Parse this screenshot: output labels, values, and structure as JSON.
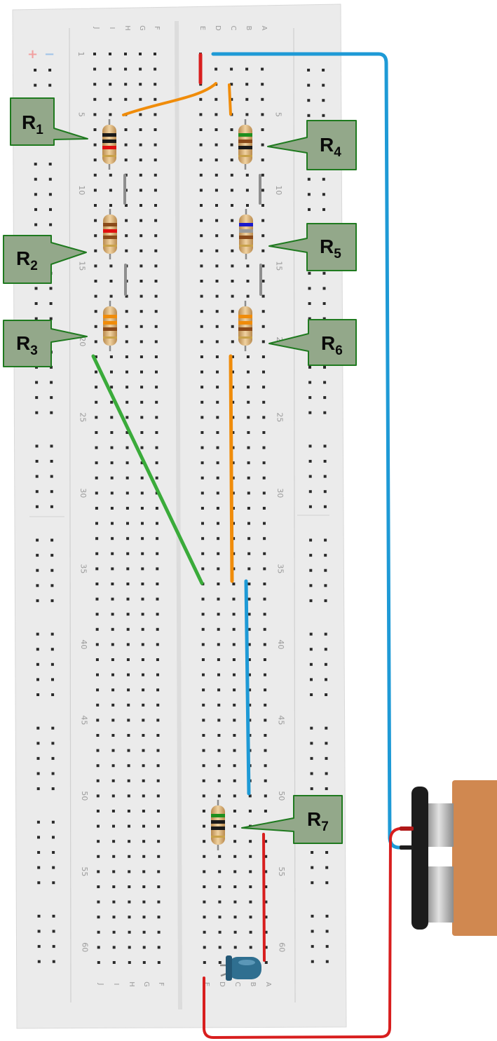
{
  "breadboard": {
    "columns_left_group": [
      "J",
      "I",
      "H",
      "G",
      "F"
    ],
    "columns_right_group": [
      "E",
      "D",
      "C",
      "B",
      "A"
    ],
    "row_number_labels": [
      "1",
      "5",
      "10",
      "15",
      "20",
      "25",
      "30",
      "35",
      "40",
      "45",
      "50",
      "55",
      "60"
    ],
    "rail_plus": "+",
    "rail_minus": "−",
    "rows": 61
  },
  "labels": [
    {
      "name": "R",
      "sub": "1"
    },
    {
      "name": "R",
      "sub": "2"
    },
    {
      "name": "R",
      "sub": "3"
    },
    {
      "name": "R",
      "sub": "4"
    },
    {
      "name": "R",
      "sub": "5"
    },
    {
      "name": "R",
      "sub": "6"
    },
    {
      "name": "R",
      "sub": "7"
    }
  ],
  "colors": {
    "board": "#ebebeb",
    "hole": "#2a2a2a",
    "label_fill": "#93a88a",
    "label_border": "#1f7a1f",
    "wire_orange": "#f08c0a",
    "wire_blue": "#1e9ad6",
    "wire_red": "#d81e1e",
    "wire_green": "#3aab3a",
    "wire_gray": "#8e8e8e",
    "led": "#2f6f90",
    "battery": "#d08850"
  },
  "resistors": [
    {
      "id": "R1",
      "bands": [
        "#1a1a1a",
        "#1a1a1a",
        "#e01010"
      ]
    },
    {
      "id": "R2",
      "bands": [
        "#8a4a1a",
        "#e01010",
        "#8a4a1a"
      ]
    },
    {
      "id": "R3",
      "bands": [
        "#f08c0a",
        "#f08c0a",
        "#8a4a1a"
      ]
    },
    {
      "id": "R4",
      "bands": [
        "#1f8f1f",
        "#8a4a1a",
        "#1a1a1a"
      ]
    },
    {
      "id": "R5",
      "bands": [
        "#1a1acc",
        "#9a9a9a",
        "#8a4a1a"
      ]
    },
    {
      "id": "R6",
      "bands": [
        "#f08c0a",
        "#f08c0a",
        "#8a4a1a"
      ]
    },
    {
      "id": "R7",
      "bands": [
        "#1f8f1f",
        "#1a1a1a",
        "#1a1a1a"
      ]
    }
  ]
}
